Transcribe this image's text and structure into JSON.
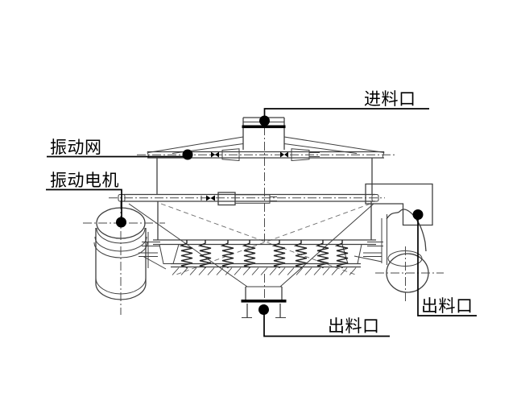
{
  "diagram": {
    "type": "technical-drawing",
    "subject": "vibrating-sieve-machine",
    "colors": {
      "background": "#ffffff",
      "line": "#3f3f3f",
      "hidden_line": "#6a6a6a",
      "ink": "#000000"
    },
    "callouts": {
      "feed_inlet": "进料口",
      "vibrating_screen": "振动网",
      "vibrating_motor": "振动电机",
      "side_outlet": "出料口",
      "bottom_outlet": "出料口"
    }
  }
}
